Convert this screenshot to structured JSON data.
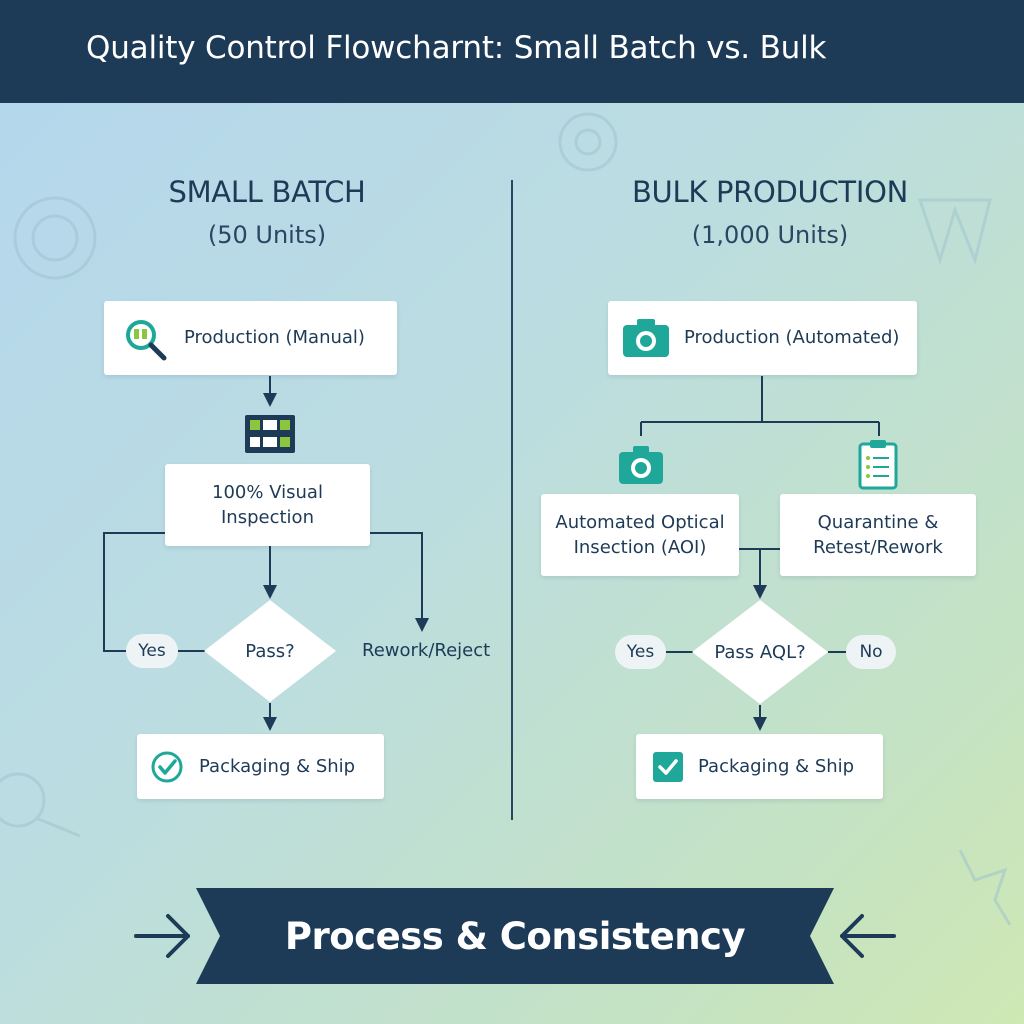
{
  "header": {
    "title": "Quality Control Flowcharnt: Small Batch vs. Bulk"
  },
  "small_batch": {
    "title": "SMALL BATCH",
    "subtitle": "(50 Units)",
    "production": "Production (Manual)",
    "inspection_line1": "100% Visual",
    "inspection_line2": "Inspection",
    "decision": "Pass?",
    "yes": "Yes",
    "reject": "Rework/Reject",
    "ship": "Packaging & Ship"
  },
  "bulk": {
    "title": "BULK PRODUCTION",
    "subtitle": "(1,000 Units)",
    "production": "Production (Automated)",
    "aoi_line1": "Automated Optical",
    "aoi_line2": "Insection (AOI)",
    "quarantine_line1": "Quarantine &",
    "quarantine_line2": "Retest/Rework",
    "decision": "Pass AQL?",
    "yes": "Yes",
    "no": "No",
    "ship": "Packaging & Ship"
  },
  "banner": {
    "text": "Process & Consistency"
  },
  "icons": {
    "small_production": "magnifier-icon",
    "small_inspection": "server-rack-icon",
    "small_ship": "check-circle-icon",
    "bulk_production": "camera-icon",
    "bulk_aoi": "camera-icon",
    "bulk_quarantine": "clipboard-icon",
    "bulk_ship": "checkbox-icon",
    "banner_left": "arrow-right-icon",
    "banner_right": "arrow-left-icon"
  },
  "colors": {
    "navy": "#1d3a57",
    "teal": "#1fa89a",
    "lime": "#8cc63f"
  }
}
